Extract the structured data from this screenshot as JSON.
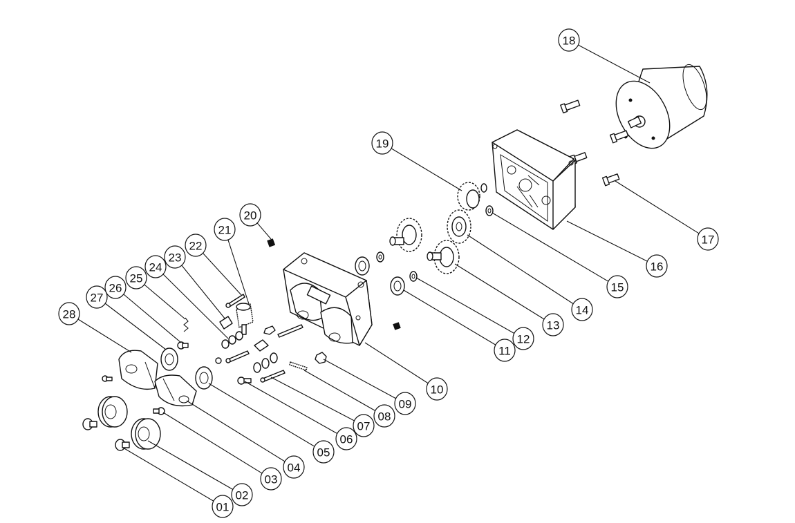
{
  "callouts": [
    {
      "label": "01",
      "target": "knob-01"
    },
    {
      "label": "02",
      "target": "roller-02"
    },
    {
      "label": "03",
      "target": "screw-03"
    },
    {
      "label": "04",
      "target": "arm-04"
    },
    {
      "label": "05",
      "target": "bearing-05"
    },
    {
      "label": "06",
      "target": "screw-06"
    },
    {
      "label": "07",
      "target": "pin-07"
    },
    {
      "label": "08",
      "target": "rod-08"
    },
    {
      "label": "09",
      "target": "nut-09"
    },
    {
      "label": "10",
      "target": "housing-10"
    },
    {
      "label": "11",
      "target": "bearing-11"
    },
    {
      "label": "12",
      "target": "washer-12"
    },
    {
      "label": "13",
      "target": "gear-13"
    },
    {
      "label": "14",
      "target": "gear-14"
    },
    {
      "label": "15",
      "target": "washer-15"
    },
    {
      "label": "16",
      "target": "cover-16"
    },
    {
      "label": "17",
      "target": "screw-17"
    },
    {
      "label": "18",
      "target": "motor-18"
    },
    {
      "label": "19",
      "target": "gear-19"
    },
    {
      "label": "20",
      "target": "nut-20"
    },
    {
      "label": "21",
      "target": "knob-21"
    },
    {
      "label": "22",
      "target": "pin-22"
    },
    {
      "label": "23",
      "target": "spacer-23"
    },
    {
      "label": "24",
      "target": "oring-24"
    },
    {
      "label": "25",
      "target": "spring-25"
    },
    {
      "label": "26",
      "target": "screw-26"
    },
    {
      "label": "27",
      "target": "bearing-27"
    },
    {
      "label": "28",
      "target": "arm-28"
    }
  ]
}
